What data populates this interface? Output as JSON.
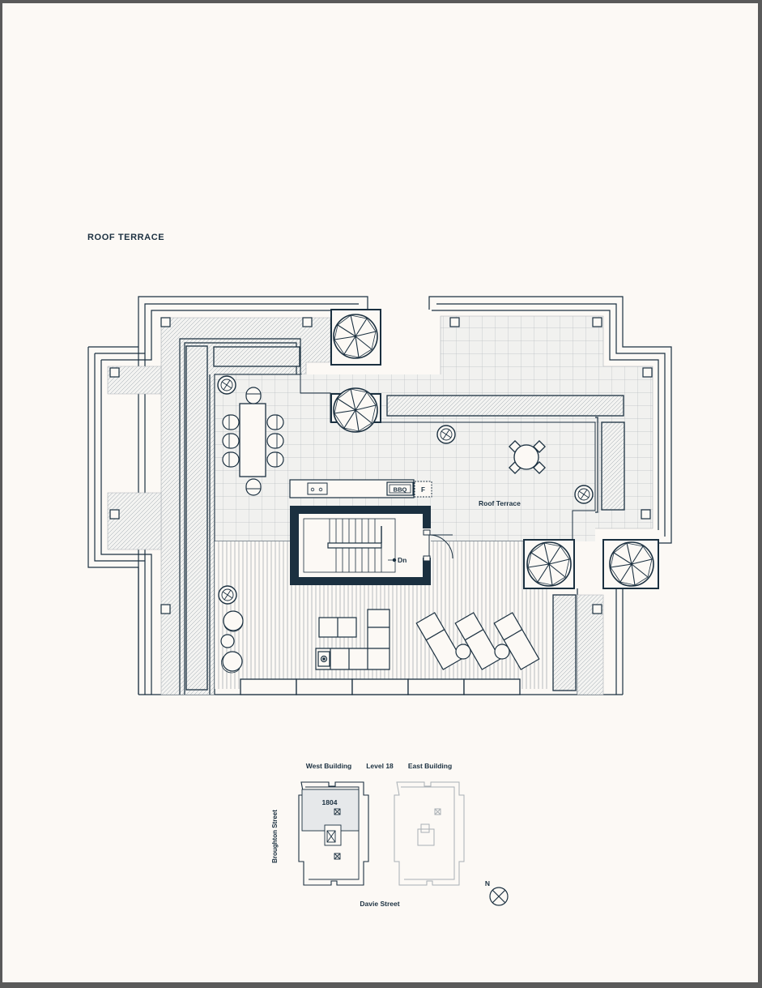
{
  "page_title": "ROOF TERRACE",
  "plan": {
    "room_label": "Roof Terrace",
    "stair_label": "Dn",
    "bbq_label": "BBQ",
    "fridge_label": "F"
  },
  "key_plan": {
    "west_building": "West Building",
    "level": "Level 18",
    "east_building": "East Building",
    "unit": "1804",
    "side_street": "Broughton Street",
    "bottom_street": "Davie Street",
    "north": "N"
  },
  "colors": {
    "ink": "#1b3040",
    "paper": "#fcf9f5",
    "paving": "#f0f0ee",
    "grey_line": "#a9b0b5",
    "highlight": "#e6e8ea"
  },
  "icons": [
    "tree-icon",
    "north-arrow-icon",
    "stair-icon",
    "door-swing-icon"
  ]
}
